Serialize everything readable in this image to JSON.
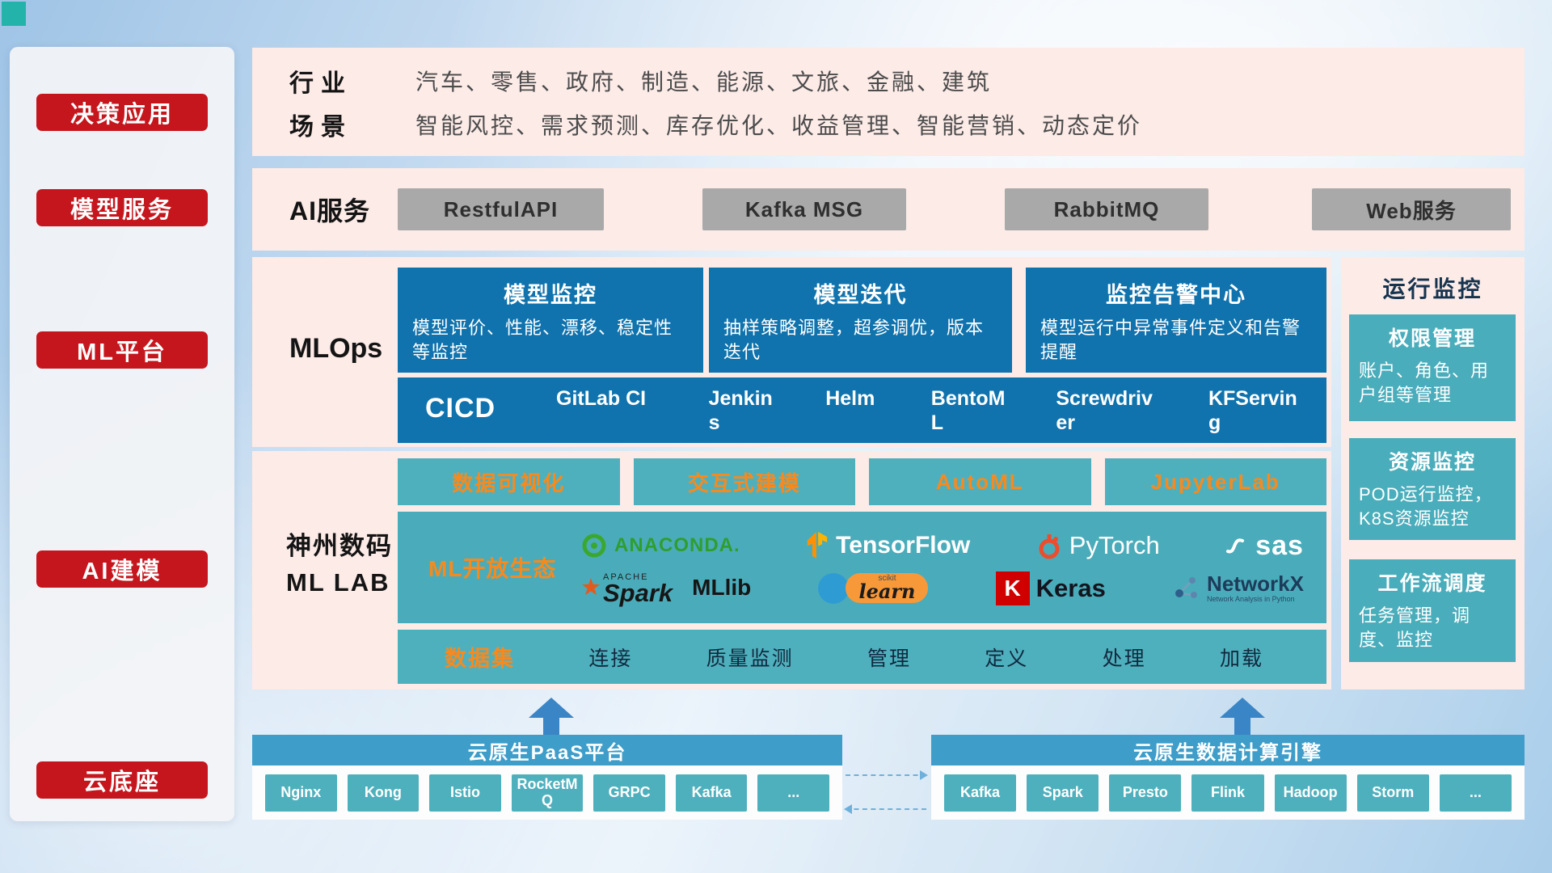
{
  "colors": {
    "accent_red": "#c5161d",
    "panel_pink": "#fcebe7",
    "deep_blue": "#1073ad",
    "teal": "#4fb0bd",
    "orange_text": "#f78a1e",
    "gray_button": "#a9a9a9",
    "bottom_blue": "#3e9dc9"
  },
  "sidebar": {
    "items": [
      "决策应用",
      "模型服务",
      "ML平台",
      "AI建模",
      "云底座"
    ]
  },
  "industry": {
    "rows": [
      {
        "label": "行业",
        "value": "汽车、零售、政府、制造、能源、文旅、金融、建筑"
      },
      {
        "label": "场景",
        "value": "智能风控、需求预测、库存优化、收益管理、智能营销、动态定价"
      }
    ]
  },
  "ai_service": {
    "label": "AI服务",
    "buttons": [
      "RestfulAPI",
      "Kafka MSG",
      "RabbitMQ",
      "Web服务"
    ]
  },
  "mlops": {
    "label": "MLOps",
    "cards": [
      {
        "title": "模型监控",
        "desc": "模型评价、性能、漂移、稳定性等监控"
      },
      {
        "title": "模型迭代",
        "desc": "抽样策略调整，超参调优，版本迭代"
      },
      {
        "title": "监控告警中心",
        "desc": "模型运行中异常事件定义和告警提醒"
      }
    ],
    "cicd_label": "CICD",
    "cicd_items": [
      "GitLab CI",
      "Jenkins",
      "Helm",
      "BentoML",
      "Screwdriver",
      "KFServing"
    ]
  },
  "monitoring": {
    "title": "运行监控",
    "cards": [
      {
        "title": "权限管理",
        "desc": "账户、角色、用户组等管理"
      },
      {
        "title": "资源监控",
        "desc": "POD运行监控，K8S资源监控"
      },
      {
        "title": "工作流调度",
        "desc": "任务管理，调度、监控"
      }
    ]
  },
  "mllab": {
    "label_line1": "神州数码",
    "label_line2": "ML LAB",
    "tools": [
      "数据可视化",
      "交互式建模",
      "AutoML",
      "JupyterLab"
    ],
    "ecosystem_label": "ML开放生态",
    "logos": {
      "anaconda": "ANACONDA.",
      "tensorflow": "TensorFlow",
      "pytorch": "PyTorch",
      "sas": "sas",
      "spark_top": "APACHE",
      "spark": "Spark",
      "mllib": "MLlib",
      "sklearn_top": "scikit",
      "sklearn": "learn",
      "keras_k": "K",
      "keras": "Keras",
      "networkx": "NetworkX",
      "networkx_sub": "Network Analysis in Python"
    },
    "data_label": "数据集",
    "data_items": [
      "连接",
      "质量监测",
      "管理",
      "定义",
      "处理",
      "加载"
    ]
  },
  "cloud": {
    "paas_title": "云原生PaaS平台",
    "paas_items": [
      "Nginx",
      "Kong",
      "Istio",
      "RocketMQ",
      "GRPC",
      "Kafka",
      "..."
    ],
    "engine_title": "云原生数据计算引擎",
    "engine_items": [
      "Kafka",
      "Spark",
      "Presto",
      "Flink",
      "Hadoop",
      "Storm",
      "..."
    ]
  }
}
